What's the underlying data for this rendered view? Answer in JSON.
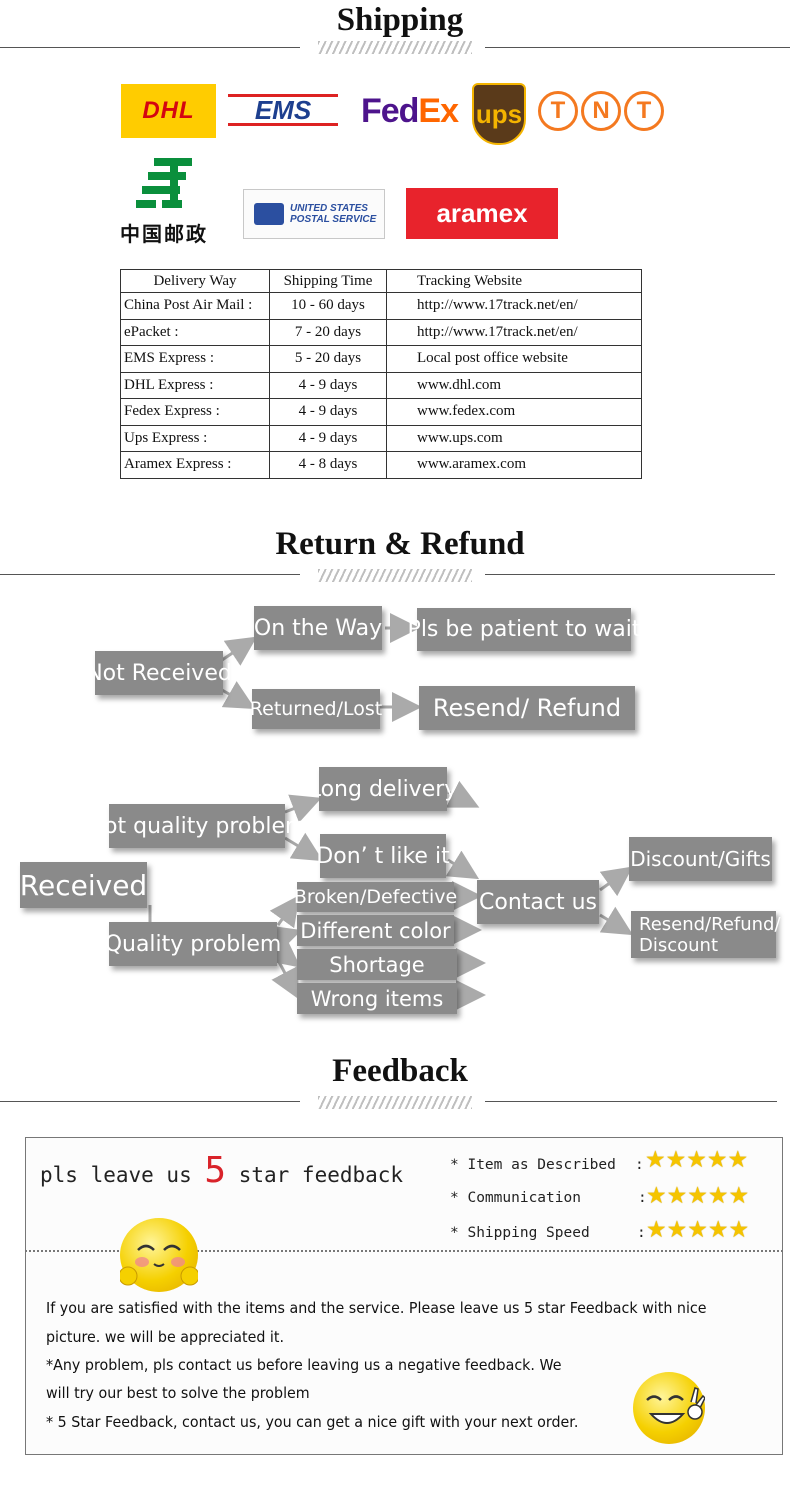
{
  "shipping": {
    "title": "Shipping",
    "logos": {
      "dhl": "DHL",
      "ems": "EMS",
      "fedex_fe": "Fed",
      "fedex_ex": "Ex",
      "ups": "ups",
      "tnt": [
        "T",
        "N",
        "T"
      ],
      "china_post": "中国邮政",
      "usps_line1": "UNITED STATES",
      "usps_line2": "POSTAL SERVICE",
      "aramex": "aramex"
    },
    "table": {
      "headers": [
        "Delivery Way",
        "Shipping Time",
        "Tracking Website"
      ],
      "rows": [
        [
          "China Post Air Mail :",
          "10 - 60 days",
          "http://www.17track.net/en/"
        ],
        [
          "ePacket :",
          "7 - 20 days",
          "http://www.17track.net/en/"
        ],
        [
          "EMS Express :",
          "5 - 20 days",
          "Local post office website"
        ],
        [
          "DHL Express :",
          "4 - 9 days",
          "www.dhl.com"
        ],
        [
          "Fedex Express :",
          "4 - 9 days",
          "www.fedex.com"
        ],
        [
          "Ups Express :",
          "4 - 9 days",
          "www.ups.com"
        ],
        [
          "Aramex Express :",
          "4 - 8 days",
          "www.aramex.com"
        ]
      ]
    }
  },
  "refund": {
    "title": "Return & Refund",
    "not_received": "Not Received",
    "on_the_way": "On the Way",
    "be_patient": "Pls be patient to wait",
    "returned_lost": "Returned/Lost",
    "resend_refund": "Resend/ Refund",
    "received": "Received",
    "not_quality": "Not quality problem",
    "long_delivery": "Long delivery",
    "dont_like": "Don’ t like it",
    "quality_problem": "Quality problem",
    "broken": "Broken/Defective",
    "diff_color": "Different color",
    "shortage": "Shortage",
    "wrong_items": "Wrong items",
    "contact_us": "Contact us",
    "discount_gifts": "Discount/Gifts",
    "resend_refund_discount_1": "Resend/Refund/",
    "resend_refund_discount_2": "Discount"
  },
  "feedback": {
    "title": "Feedback",
    "leave_prefix": "pls leave us",
    "leave_number": "5",
    "leave_suffix": "star feedback",
    "ratings": [
      {
        "label": "* Item as Described",
        "colon": ":",
        "stars": 5
      },
      {
        "label": "* Communication",
        "colon": ":",
        "stars": 5
      },
      {
        "label": "* Shipping Speed",
        "colon": ":",
        "stars": 5
      }
    ],
    "star_glyphs": "★★★★★",
    "lines": [
      "If you are satisfied with the items and the service. Please leave us 5 star Feedback with nice",
      "picture. we will be appreciated it.",
      "*Any problem, pls contact us before leaving us a negative feedback. We",
      "will try our best to solve  the problem",
      "* 5 Star Feedback, contact us, you can get a nice gift with your next order."
    ]
  }
}
